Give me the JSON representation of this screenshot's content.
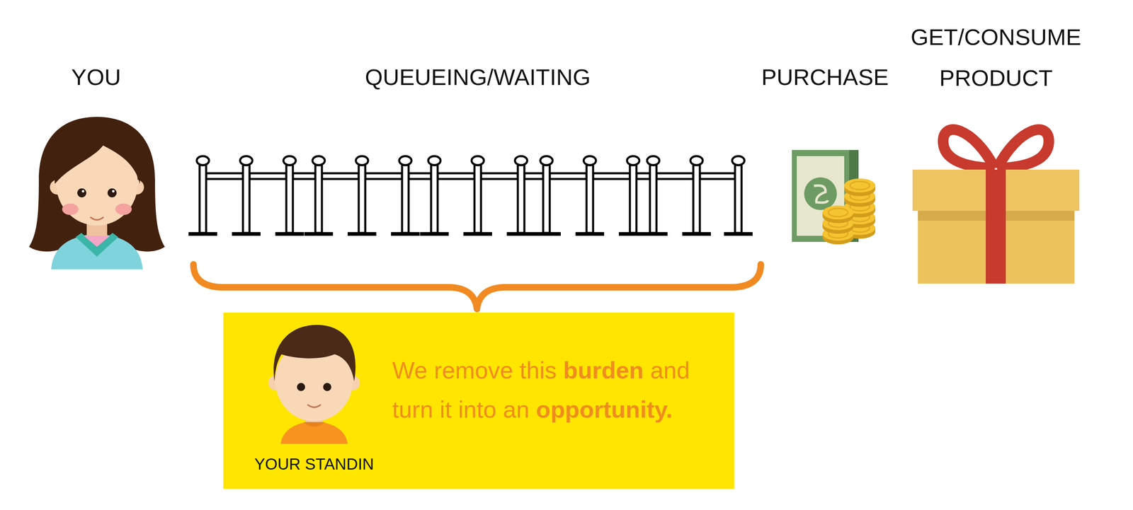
{
  "diagram": {
    "nodes": [
      {
        "text": [
          "We remove this burden and turn it into an opportunity.",
          "YOUR STANDIN"
        ]
      }
    ],
    "labels": [
      "YOU",
      "QUEUEING/WAITING",
      "PURCHASE",
      "GET/CONSUME PRODUCT"
    ]
  }
}
